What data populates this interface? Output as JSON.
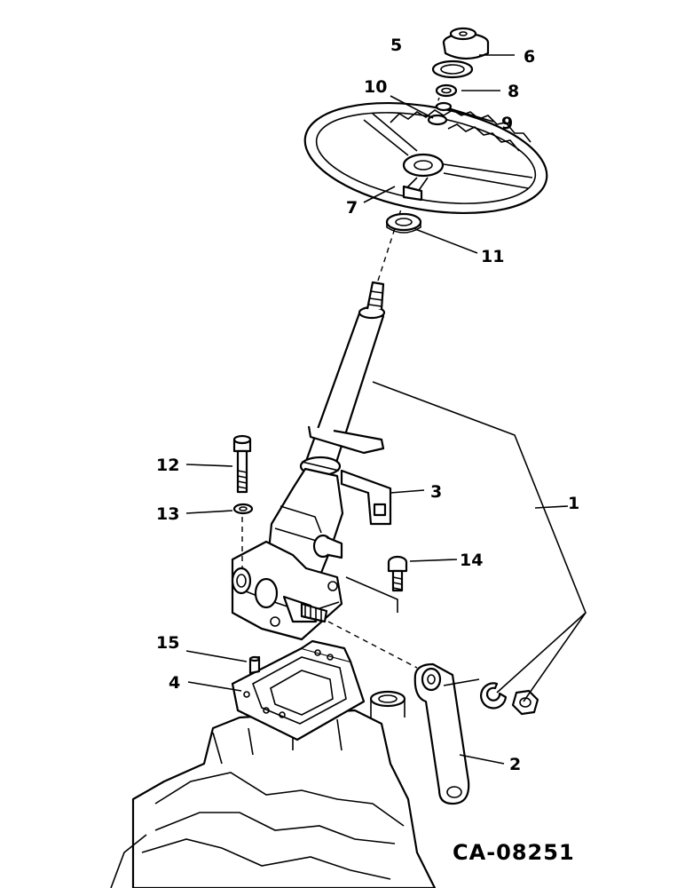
{
  "diagram": {
    "reference_code": "CA-08251",
    "callouts": [
      {
        "id": "callout-1",
        "label": "1"
      },
      {
        "id": "callout-2",
        "label": "2"
      },
      {
        "id": "callout-3",
        "label": "3"
      },
      {
        "id": "callout-4",
        "label": "4"
      },
      {
        "id": "callout-5",
        "label": "5"
      },
      {
        "id": "callout-6",
        "label": "6"
      },
      {
        "id": "callout-7",
        "label": "7"
      },
      {
        "id": "callout-8",
        "label": "8"
      },
      {
        "id": "callout-9",
        "label": "9"
      },
      {
        "id": "callout-10",
        "label": "10"
      },
      {
        "id": "callout-11",
        "label": "11"
      },
      {
        "id": "callout-12",
        "label": "12"
      },
      {
        "id": "callout-13",
        "label": "13"
      },
      {
        "id": "callout-14",
        "label": "14"
      },
      {
        "id": "callout-15",
        "label": "15"
      }
    ]
  }
}
